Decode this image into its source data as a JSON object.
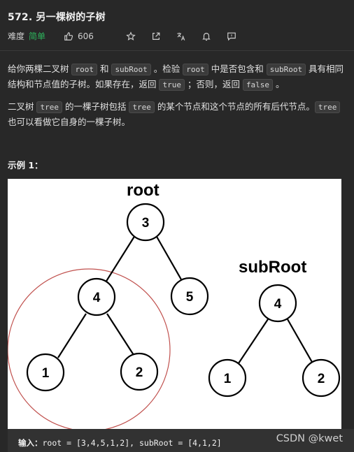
{
  "problem": {
    "title": "572. 另一棵树的子树",
    "difficulty_label": "难度",
    "difficulty": "简单",
    "likes": "606"
  },
  "description": {
    "p1": [
      {
        "t": "给你两棵二叉树 "
      },
      {
        "c": "root"
      },
      {
        "t": " 和 "
      },
      {
        "c": "subRoot"
      },
      {
        "t": " 。检验 "
      },
      {
        "c": "root"
      },
      {
        "t": " 中是否包含和 "
      },
      {
        "c": "subRoot"
      },
      {
        "t": " 具有相同结构和节点值的子树。如果存在，返回 "
      },
      {
        "c": "true"
      },
      {
        "t": " ；否则，返回 "
      },
      {
        "c": "false"
      },
      {
        "t": " 。"
      }
    ],
    "p2": [
      {
        "t": "二叉树 "
      },
      {
        "c": "tree"
      },
      {
        "t": " 的一棵子树包括 "
      },
      {
        "c": "tree"
      },
      {
        "t": " 的某个节点和这个节点的所有后代节点。"
      },
      {
        "c": "tree"
      },
      {
        "t": " 也可以看做它自身的一棵子树。"
      }
    ]
  },
  "example": {
    "title": "示例 1：",
    "input_label": "输入：",
    "input_value": "root = [3,4,5,1,2], subRoot = [4,1,2]"
  },
  "figure": {
    "root_label": "root",
    "subroot_label": "subRoot",
    "root_nodes": [
      "3",
      "4",
      "5",
      "1",
      "2"
    ],
    "subroot_nodes": [
      "4",
      "1",
      "2"
    ],
    "highlight_color": "#c0504d"
  },
  "icons": [
    "thumb-up-icon",
    "star-icon",
    "share-icon",
    "translate-icon",
    "bell-icon",
    "feedback-icon"
  ],
  "watermark": "CSDN @kwet"
}
